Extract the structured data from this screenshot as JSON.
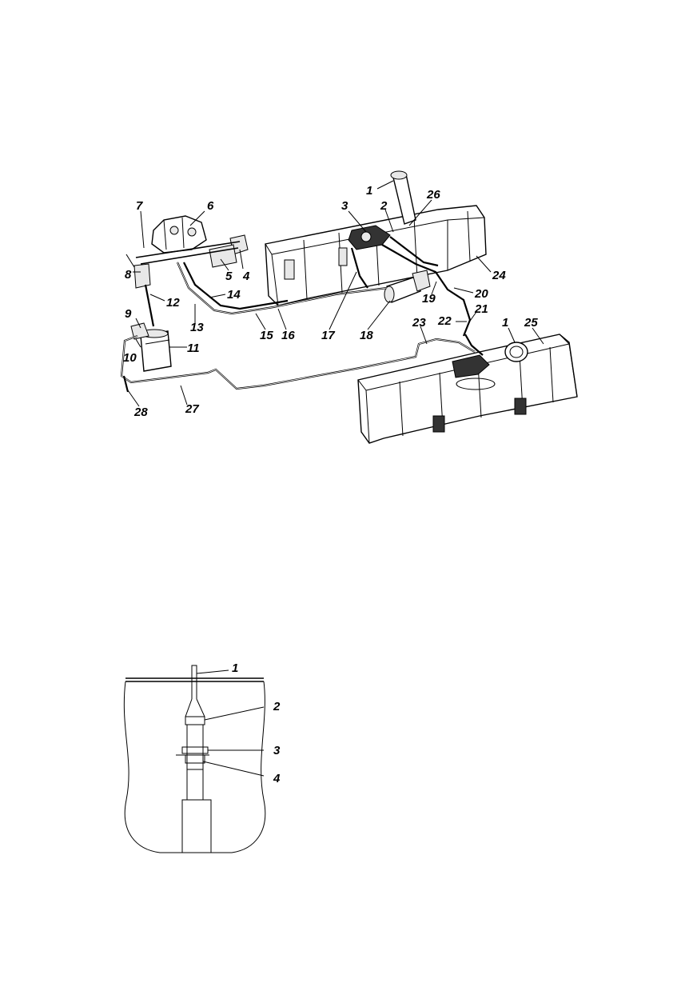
{
  "diagram_top": {
    "callouts": [
      {
        "id": "c1a",
        "text": "1"
      },
      {
        "id": "c2",
        "text": "2"
      },
      {
        "id": "c3",
        "text": "3"
      },
      {
        "id": "c26",
        "text": "26"
      },
      {
        "id": "c6",
        "text": "6"
      },
      {
        "id": "c7",
        "text": "7"
      },
      {
        "id": "c4",
        "text": "4"
      },
      {
        "id": "c5",
        "text": "5"
      },
      {
        "id": "c24",
        "text": "24"
      },
      {
        "id": "c8",
        "text": "8"
      },
      {
        "id": "c12",
        "text": "12"
      },
      {
        "id": "c14",
        "text": "14"
      },
      {
        "id": "c20",
        "text": "20"
      },
      {
        "id": "c19",
        "text": "19"
      },
      {
        "id": "c9",
        "text": "9"
      },
      {
        "id": "c13",
        "text": "13"
      },
      {
        "id": "c21",
        "text": "21"
      },
      {
        "id": "c22",
        "text": "22"
      },
      {
        "id": "c23",
        "text": "23"
      },
      {
        "id": "c1b",
        "text": "1"
      },
      {
        "id": "c25",
        "text": "25"
      },
      {
        "id": "c15",
        "text": "15"
      },
      {
        "id": "c16",
        "text": "16"
      },
      {
        "id": "c17",
        "text": "17"
      },
      {
        "id": "c18",
        "text": "18"
      },
      {
        "id": "c10",
        "text": "10"
      },
      {
        "id": "c11",
        "text": "11"
      },
      {
        "id": "c27",
        "text": "27"
      },
      {
        "id": "c28",
        "text": "28"
      }
    ]
  },
  "diagram_bottom": {
    "callouts": [
      {
        "id": "d1",
        "text": "1"
      },
      {
        "id": "d2",
        "text": "2"
      },
      {
        "id": "d3",
        "text": "3"
      },
      {
        "id": "d4",
        "text": "4"
      }
    ]
  }
}
